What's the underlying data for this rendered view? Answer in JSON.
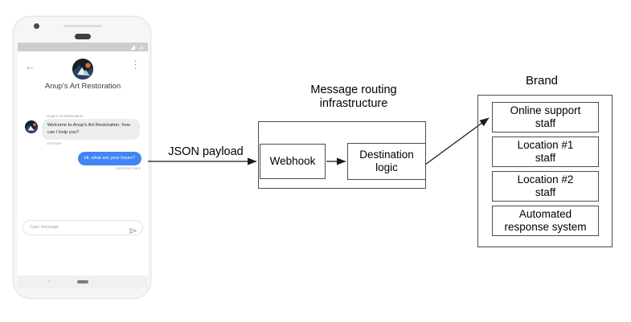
{
  "phone": {
    "status_bar": {
      "signal_icon": "signal-icon",
      "battery_icon": "battery-icon"
    },
    "header": {
      "back_icon": "←",
      "overflow_icon": "⋮",
      "avatar_name": "brand-avatar",
      "brand_name": "Anup's Art Restoration"
    },
    "conversation": [
      {
        "sender": "Anup's Art Restoration",
        "text": "Welcome to Anup's Art Restoration, how can I help you?",
        "time": "Just Now",
        "direction": "incoming"
      },
      {
        "sender": "",
        "text": "Hi, what are your hours?",
        "time": "Just Now • Sent",
        "direction": "outgoing"
      }
    ],
    "composer": {
      "placeholder": "Type message",
      "send_icon": "send-icon"
    },
    "nav_bar": {
      "back_icon": "‹",
      "home_pill": "home-pill"
    }
  },
  "diagram": {
    "json_payload_label": "JSON payload",
    "routing": {
      "title": "Message routing\ninfrastructure",
      "title_line1": "Message routing",
      "title_line2": "infrastructure",
      "webhook_label": "Webhook",
      "destination_label": "Destination\nlogic"
    },
    "brand": {
      "title": "Brand",
      "items": [
        {
          "label": "Online support\nstaff"
        },
        {
          "label": "Location #1\nstaff"
        },
        {
          "label": "Location #2\nstaff"
        },
        {
          "label": "Automated\nresponse system"
        }
      ]
    }
  },
  "colors": {
    "outgoing_bubble": "#4285f4",
    "incoming_bubble": "#ededed",
    "box_border": "#4d4d4d",
    "arrow": "#1a1a1a"
  }
}
